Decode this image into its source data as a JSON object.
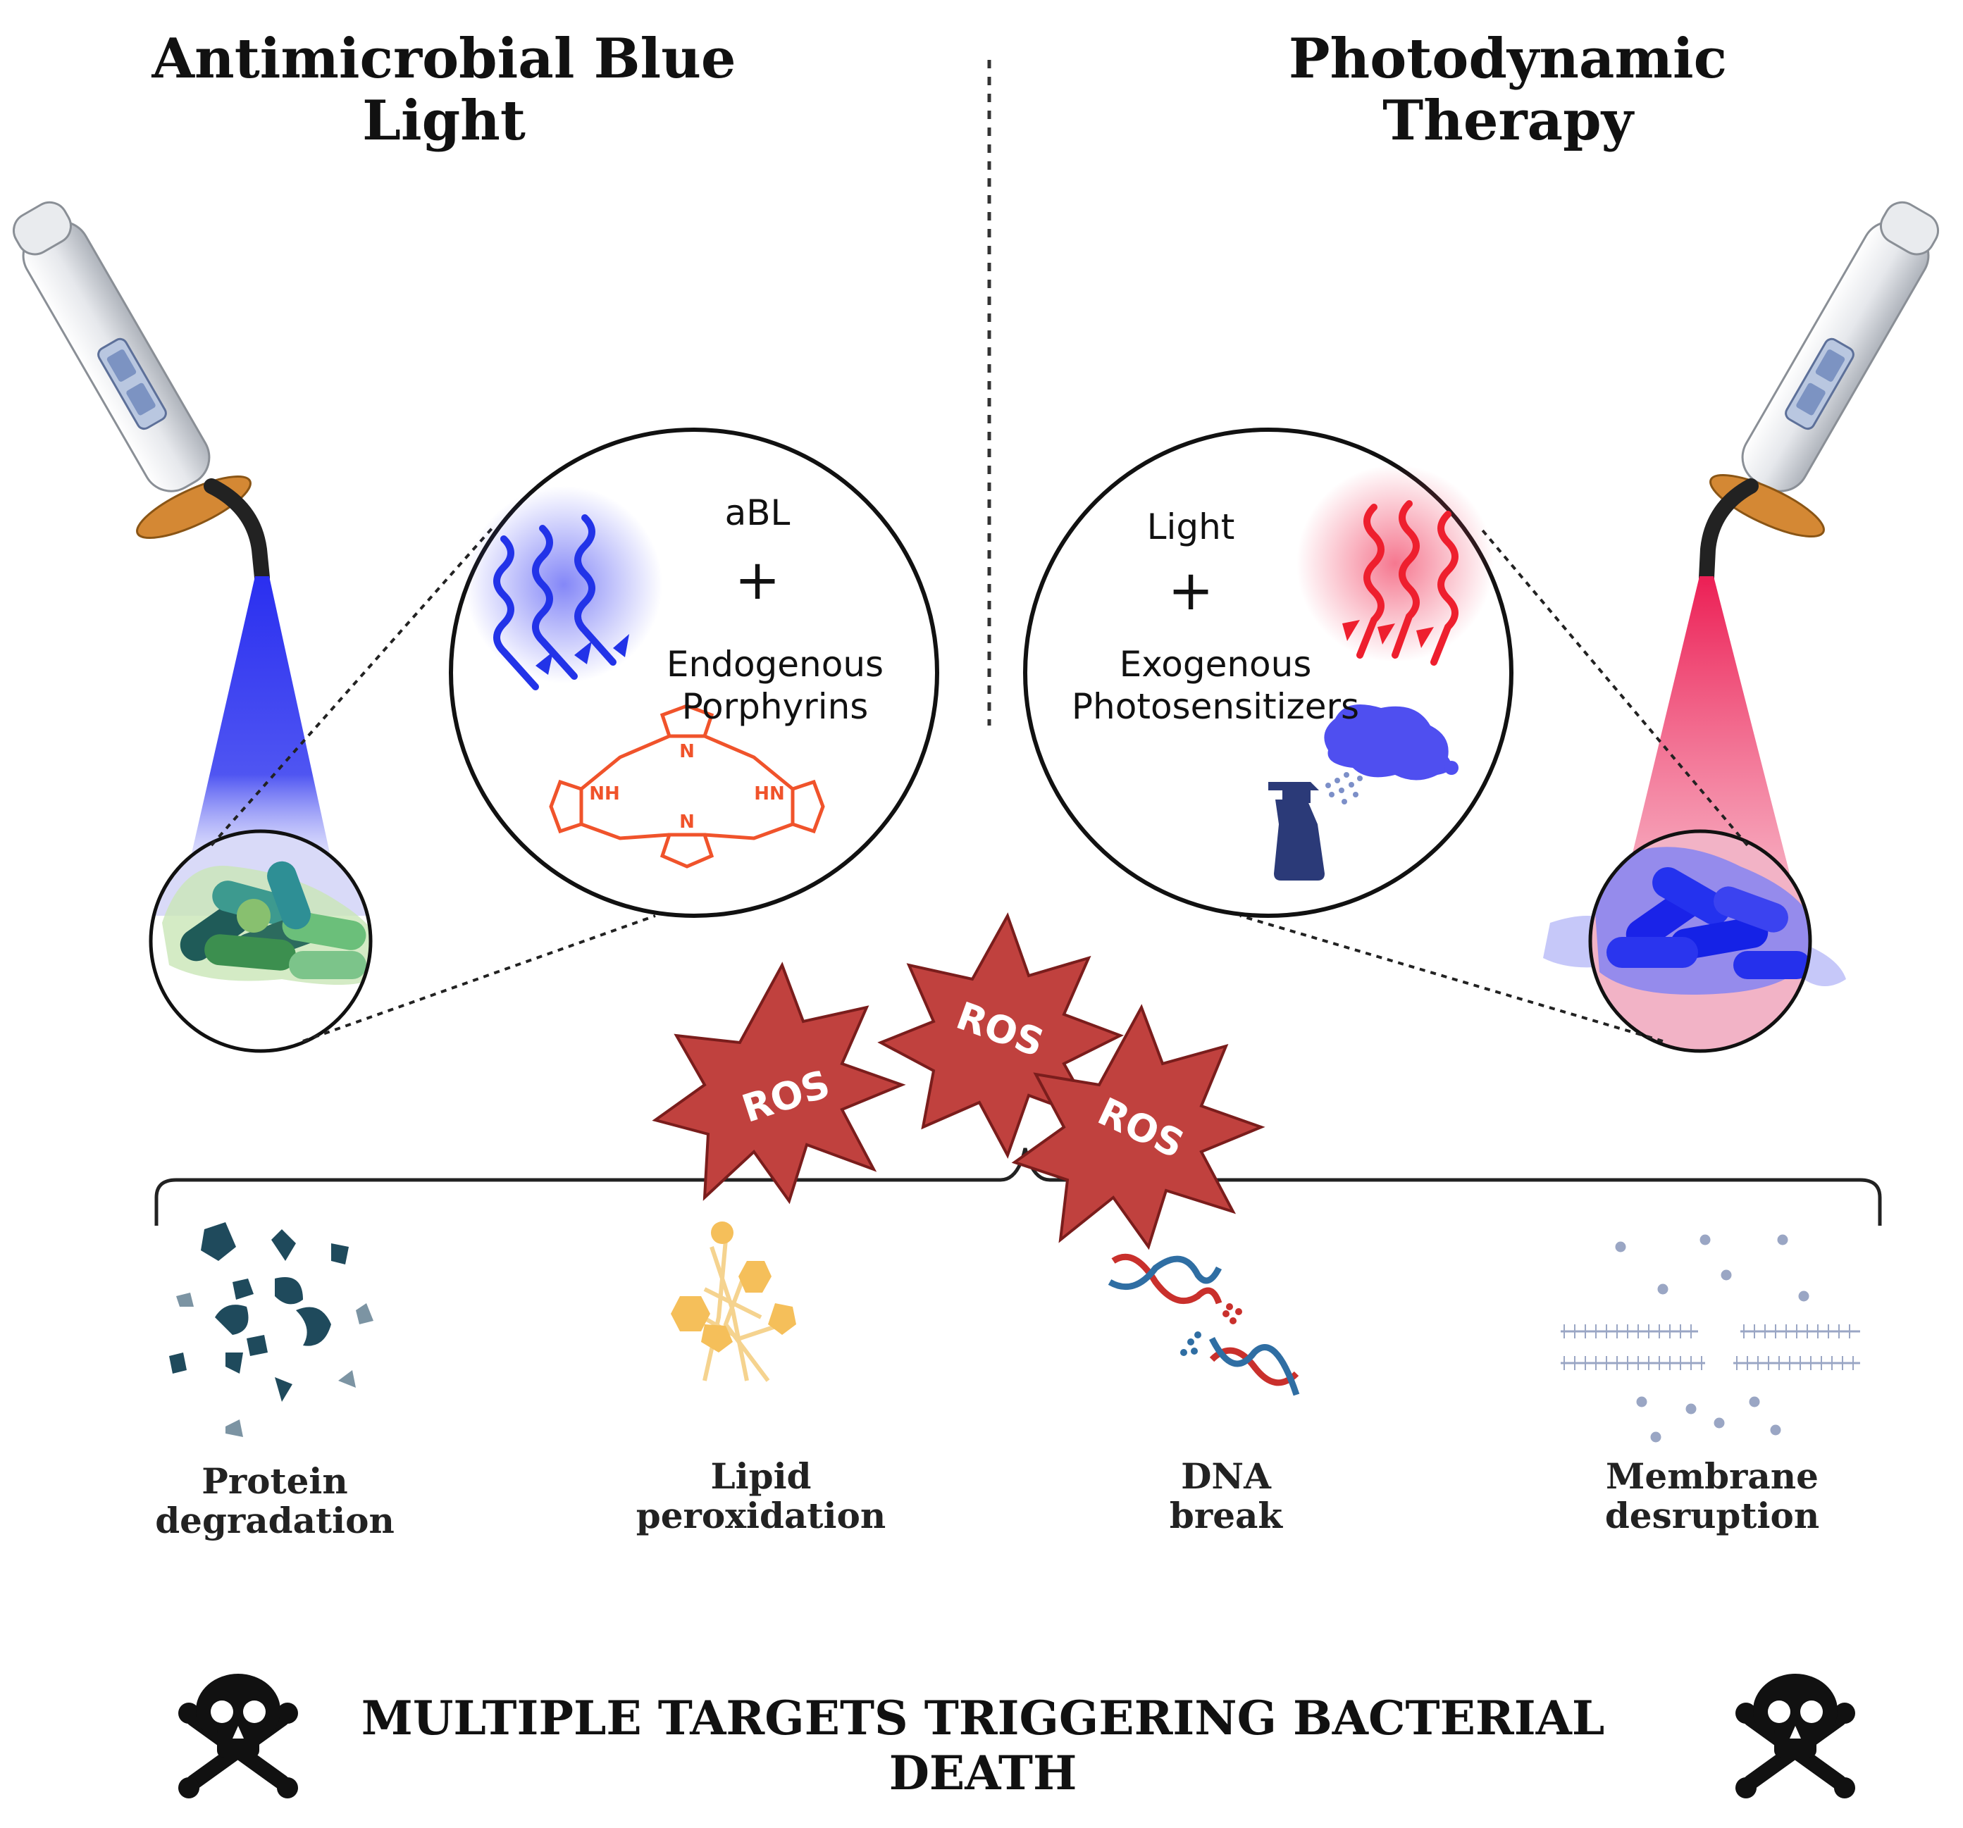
{
  "titles": {
    "left": [
      "Antimicrobial Blue",
      "Light"
    ],
    "right": [
      "Photodynamic",
      "Therapy"
    ]
  },
  "left_circle": {
    "line1": "aBL",
    "plus": "+",
    "line2": "Endogenous",
    "line3": "Porphyrins",
    "porphyrin_labels": {
      "n_top": "N",
      "n_bottom": "N",
      "nh_left": "NH",
      "hn_right": "HN"
    }
  },
  "right_circle": {
    "line1": "Light",
    "plus": "+",
    "line2": "Exogenous",
    "line3": "Photosensitizers"
  },
  "ros_labels": [
    "ROS",
    "ROS",
    "ROS"
  ],
  "effects": [
    {
      "line1": "Protein",
      "line2": "degradation"
    },
    {
      "line1": "Lipid",
      "line2": "peroxidation"
    },
    {
      "line1": "DNA",
      "line2": "break"
    },
    {
      "line1": "Membrane",
      "line2": "desruption"
    }
  ],
  "bottom_text": "MULTIPLE TARGETS TRIGGERING BACTERIAL DEATH",
  "colors": {
    "blue_light": "#2f3cf0",
    "red_light": "#ee2a5a",
    "ros_fill": "#c0413e",
    "ros_stroke": "#7a1d1c",
    "porphyrin": "#f0532b",
    "protein": "#1f4a5c",
    "lipid": "#f5bf5a",
    "dna_red": "#c9302c",
    "dna_blue": "#2f6ea3",
    "membrane": "#9aa6c4"
  }
}
